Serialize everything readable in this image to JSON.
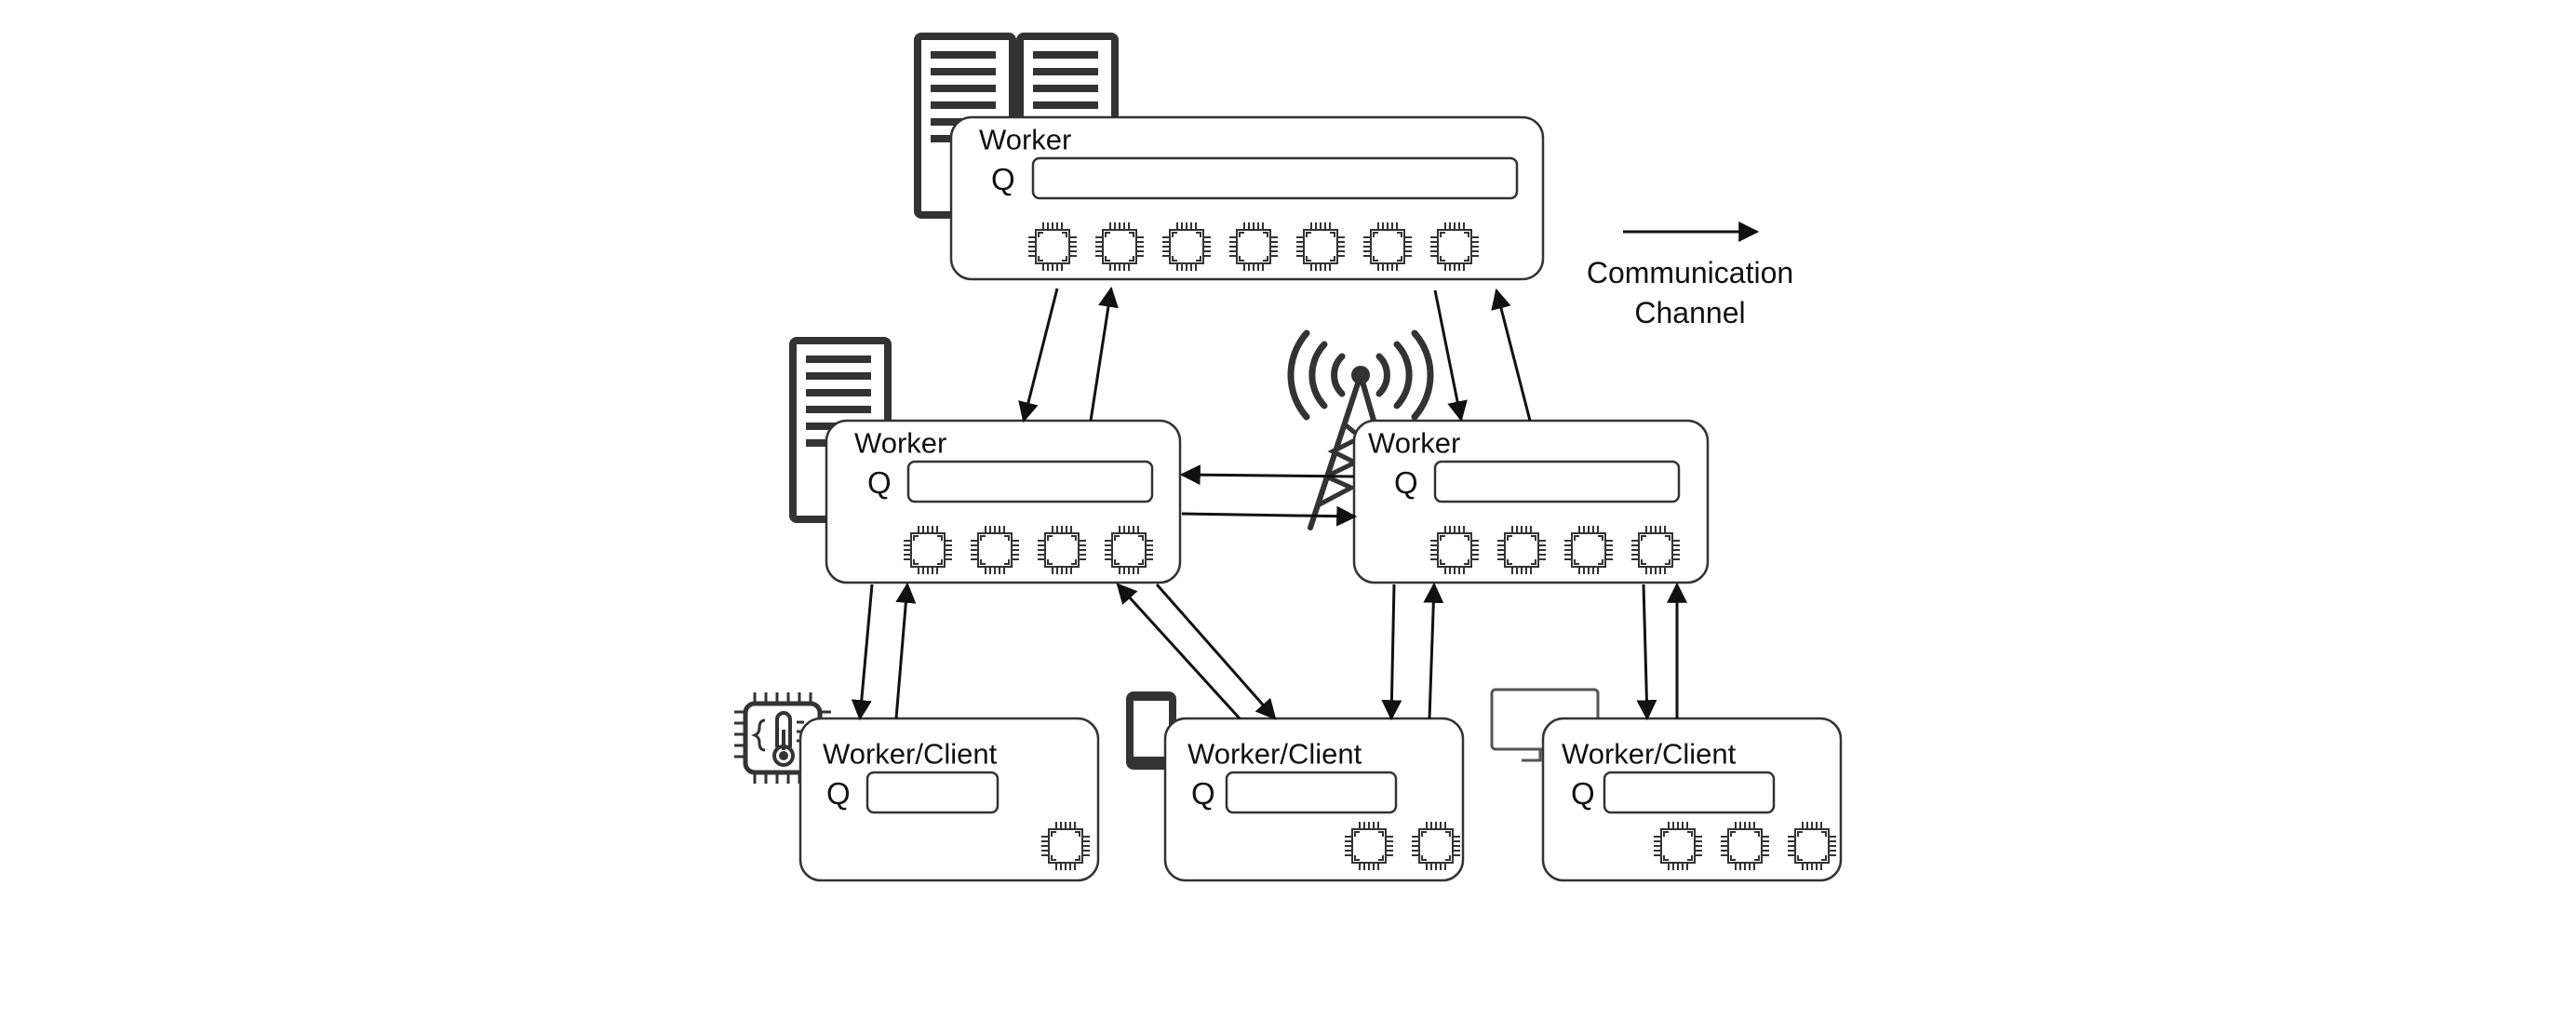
{
  "colors": {
    "stroke": "#333333",
    "arrow": "#111111",
    "background": "#ffffff"
  },
  "nodes": [
    {
      "id": "top",
      "title": "Worker",
      "queue_label": "Q",
      "cpu_count": 7,
      "device_icon": "server-rack-double-icon"
    },
    {
      "id": "mid-left",
      "title": "Worker",
      "queue_label": "Q",
      "cpu_count": 4,
      "device_icon": "server-rack-icon"
    },
    {
      "id": "mid-right",
      "title": "Worker",
      "queue_label": "Q",
      "cpu_count": 4,
      "device_icon": "radio-tower-icon"
    },
    {
      "id": "bottom-left",
      "title": "Worker/Client",
      "queue_label": "Q",
      "cpu_count": 1,
      "device_icon": "sensor-chip-icon"
    },
    {
      "id": "bottom-mid",
      "title": "Worker/Client",
      "queue_label": "Q",
      "cpu_count": 2,
      "device_icon": "smartphone-icon"
    },
    {
      "id": "bottom-right",
      "title": "Worker/Client",
      "queue_label": "Q",
      "cpu_count": 3,
      "device_icon": "desktop-monitor-icon"
    }
  ],
  "edges": [
    {
      "from": "top",
      "to": "mid-left"
    },
    {
      "from": "mid-left",
      "to": "top"
    },
    {
      "from": "top",
      "to": "mid-right"
    },
    {
      "from": "mid-right",
      "to": "top"
    },
    {
      "from": "mid-right",
      "to": "mid-left"
    },
    {
      "from": "mid-left",
      "to": "mid-right"
    },
    {
      "from": "mid-left",
      "to": "bottom-left"
    },
    {
      "from": "bottom-left",
      "to": "mid-left"
    },
    {
      "from": "bottom-mid",
      "to": "mid-left"
    },
    {
      "from": "mid-left",
      "to": "bottom-mid"
    },
    {
      "from": "mid-right",
      "to": "bottom-mid"
    },
    {
      "from": "bottom-mid",
      "to": "mid-right"
    },
    {
      "from": "mid-right",
      "to": "bottom-right"
    },
    {
      "from": "bottom-right",
      "to": "mid-right"
    }
  ],
  "legend": {
    "line1": "Communication",
    "line2": "Channel",
    "icon": "arrow-right-icon"
  }
}
